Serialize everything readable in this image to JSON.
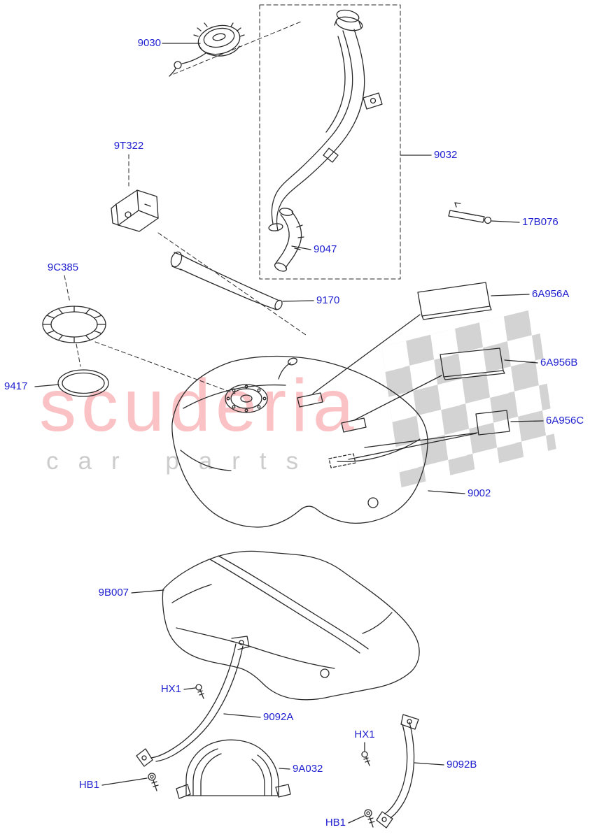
{
  "watermark": {
    "brand": "scuderia",
    "subtitle": "car parts"
  },
  "labels": {
    "p9030": "9030",
    "p9T322": "9T322",
    "p9C385": "9C385",
    "p9417": "9417",
    "p9032": "9032",
    "p17B076": "17B076",
    "p9047": "9047",
    "p9170": "9170",
    "p6A956A": "6A956A",
    "p6A956B": "6A956B",
    "p6A956C": "6A956C",
    "p9002": "9002",
    "p9B007": "9B007",
    "pHX1a": "HX1",
    "p9092A": "9092A",
    "p9A032": "9A032",
    "pHB1a": "HB1",
    "pHX1b": "HX1",
    "p9092B": "9092B",
    "pHB1b": "HB1"
  },
  "colors": {
    "label_text": "#1f1fd0",
    "line_art": "#2a2a2a",
    "watermark_brand": "#ec1c24",
    "watermark_subtitle": "#c9c9c9"
  }
}
